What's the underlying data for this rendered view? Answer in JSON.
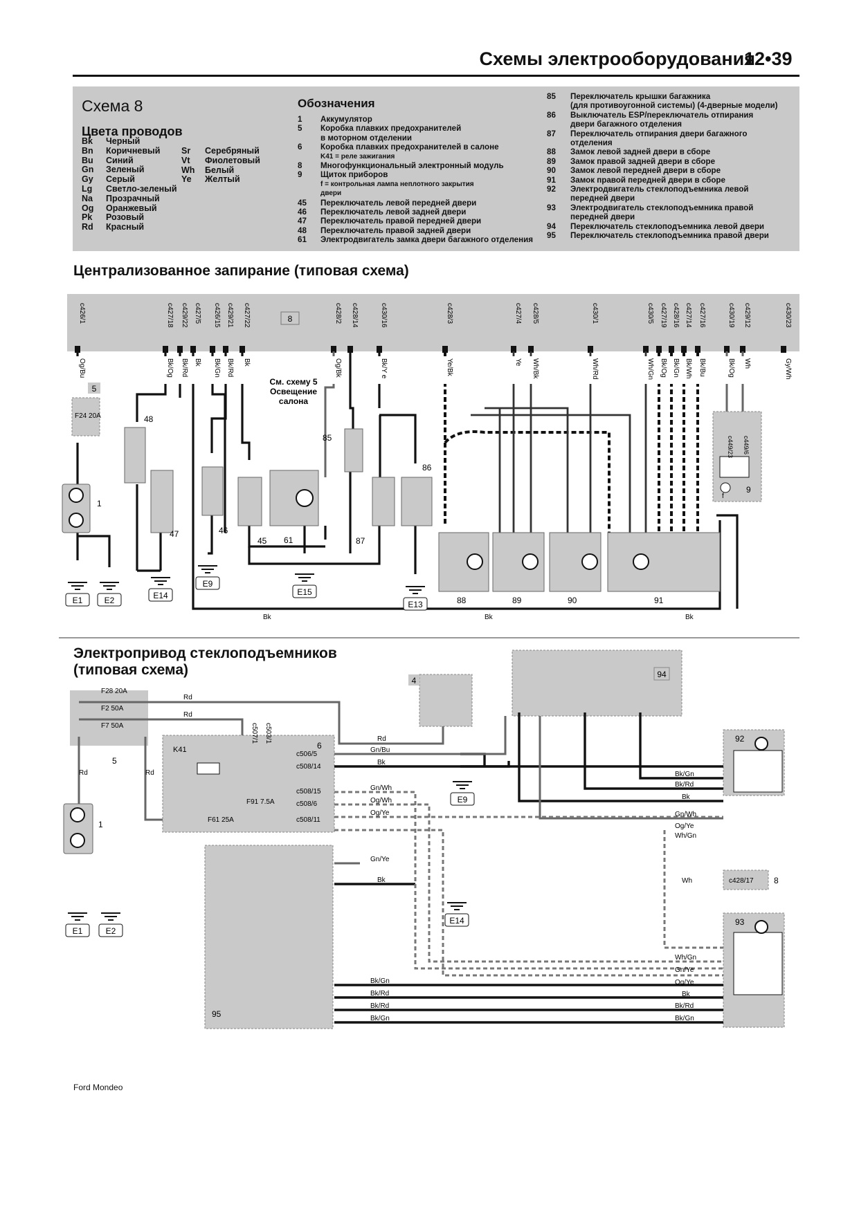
{
  "header": {
    "title": "Схемы электрооборудования",
    "page": "12•39"
  },
  "scheme": {
    "title": "Схема 8",
    "wire_colors_title": "Цвета проводов",
    "wire_colors": [
      {
        "code": "Bk",
        "name": "Черный"
      },
      {
        "code": "Bn",
        "name": "Коричневый"
      },
      {
        "code": "Bu",
        "name": "Синий"
      },
      {
        "code": "Gn",
        "name": "Зеленый"
      },
      {
        "code": "Gy",
        "name": "Серый"
      },
      {
        "code": "Lg",
        "name": "Светло-зеленый"
      },
      {
        "code": "Na",
        "name": "Прозрачный"
      },
      {
        "code": "Og",
        "name": "Оранжевый"
      },
      {
        "code": "Pk",
        "name": "Розовый"
      },
      {
        "code": "Rd",
        "name": "Красный"
      },
      {
        "code": "Sr",
        "name": "Серебряный"
      },
      {
        "code": "Vt",
        "name": "Фиолетовый"
      },
      {
        "code": "Wh",
        "name": "Белый"
      },
      {
        "code": "Ye",
        "name": "Желтый"
      }
    ],
    "legend_title": "Обозначения",
    "legend_col1": [
      {
        "num": "1",
        "text": "Аккумулятор"
      },
      {
        "num": "5",
        "text": "Коробка плавких предохранителей"
      },
      {
        "num": "",
        "text": "в моторном отделении"
      },
      {
        "num": "6",
        "text": "Коробка плавких предохранителей в салоне"
      },
      {
        "num": "",
        "text": "K41 = реле зажигания"
      },
      {
        "num": "8",
        "text": "Многофункциональный электронный модуль"
      },
      {
        "num": "9",
        "text": "Щиток приборов"
      },
      {
        "num": "",
        "text": "f = контрольная лампа неплотного закрытия"
      },
      {
        "num": "",
        "text": "двери"
      },
      {
        "num": "45",
        "text": "Переключатель левой передней двери"
      },
      {
        "num": "46",
        "text": "Переключатель левой задней двери"
      },
      {
        "num": "47",
        "text": "Переключатель правой передней двери"
      },
      {
        "num": "48",
        "text": "Переключатель правой задней двери"
      },
      {
        "num": "61",
        "text": "Электродвигатель замка двери багажного отделения"
      }
    ],
    "legend_col2": [
      {
        "num": "85",
        "text": "Переключатель крышки багажника"
      },
      {
        "num": "",
        "text": "(для противоугонной системы) (4-дверные модели)"
      },
      {
        "num": "86",
        "text": "Выключатель ESP/переключатель отпирания"
      },
      {
        "num": "",
        "text": "двери багажного отделения"
      },
      {
        "num": "87",
        "text": "Переключатель отпирания двери багажного"
      },
      {
        "num": "",
        "text": "отделения"
      },
      {
        "num": "88",
        "text": "Замок левой задней двери в сборе"
      },
      {
        "num": "89",
        "text": "Замок правой задней двери в сборе"
      },
      {
        "num": "90",
        "text": "Замок левой передней двери в сборе"
      },
      {
        "num": "91",
        "text": "Замок правой передней двери в сборе"
      },
      {
        "num": "92",
        "text": "Электродвигатель стеклоподъемника левой"
      },
      {
        "num": "",
        "text": "передней двери"
      },
      {
        "num": "93",
        "text": "Электродвигатель стеклоподъемника правой"
      },
      {
        "num": "",
        "text": "передней двери"
      },
      {
        "num": "94",
        "text": "Переключатель стеклоподъемника левой двери"
      },
      {
        "num": "95",
        "text": "Переключатель стеклоподъемника правой двери"
      }
    ]
  },
  "section1": {
    "title": "Централизованное запирание (типовая схема)"
  },
  "section2": {
    "title_line1": "Электропривод стеклоподъемников",
    "title_line2": "(типовая схема)"
  },
  "diagram1": {
    "module_number": "8",
    "connectors": [
      "c426/1",
      "c427/18",
      "c429/22",
      "c427/5",
      "c426/15",
      "c429/21",
      "c427/22",
      "c428/2",
      "c428/14",
      "c430/16",
      "c428/3",
      "c427/4",
      "c428/5",
      "c430/1",
      "c430/5",
      "c427/19",
      "c428/16",
      "c427/14",
      "c427/16",
      "c430/19",
      "c429/12",
      "c430/23"
    ],
    "wire_labels": [
      "Og/Bu",
      "Bk/Og",
      "Bk/Rd",
      "Bk",
      "Bk/Gn",
      "Bk/Rd",
      "Bk",
      "Og/Bk",
      "Bk/Y e",
      "Ye/Bk",
      "Ye",
      "Wh/Bk",
      "Wh/Rd",
      "Wh/Gn",
      "Bk/Og",
      "Bk/Gn",
      "Bk/Wh",
      "Bk/Bu",
      "Bk/Og",
      "Wh",
      "Gy/Wh"
    ],
    "fuse": "F24 20A",
    "see_note": [
      "См. схему 5",
      "Освещение",
      "салона"
    ],
    "grounds": [
      "E1",
      "E2",
      "E14",
      "E9",
      "E15",
      "E13"
    ],
    "components": [
      "5",
      "1",
      "48",
      "47",
      "46",
      "45",
      "61",
      "85",
      "87",
      "86",
      "88",
      "89",
      "90",
      "91",
      "9"
    ],
    "connector9": [
      "c449/23",
      "c449/6"
    ],
    "lamp_label": "f",
    "bk": "Bk"
  },
  "diagram2": {
    "fuses": [
      "F28 20A",
      "F2 50A",
      "F7 50A",
      "F91 7.5A",
      "F61 25A"
    ],
    "relay": "K41",
    "connectors": [
      "c507/1",
      "c503/1",
      "c506/5",
      "c508/14",
      "c508/15",
      "c508/6",
      "c508/11",
      "c428/17"
    ],
    "wire_labels": [
      "Rd",
      "Gn/Bu",
      "Bk",
      "Gn/Ye",
      "Gn/Wh",
      "Og/Wh",
      "Og/Ye",
      "Bk/Gn",
      "Bk/Rd",
      "Wh/Gn",
      "Wh"
    ],
    "grounds": [
      "E9",
      "E14",
      "E1",
      "E2"
    ],
    "components": [
      "4",
      "5",
      "6",
      "1",
      "92",
      "93",
      "94",
      "95",
      "8"
    ]
  },
  "footer": {
    "text": "Ford Mondeo"
  }
}
